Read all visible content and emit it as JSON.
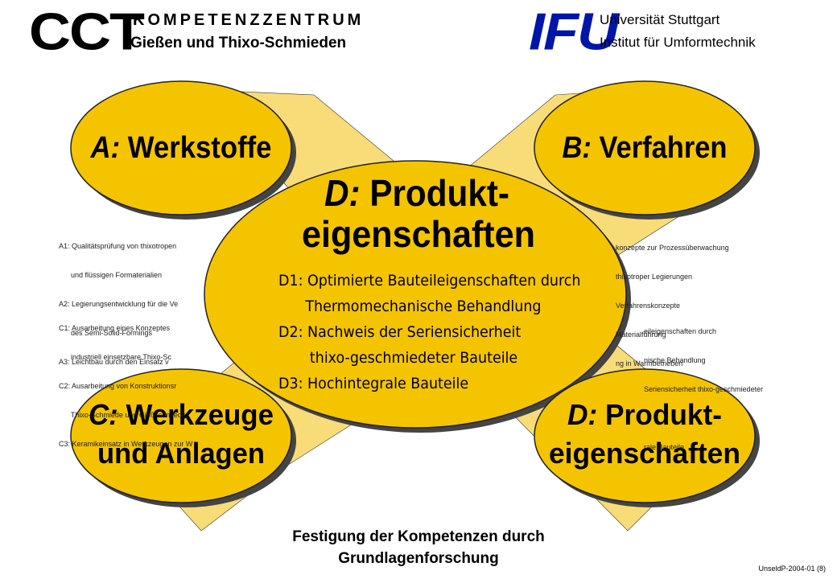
{
  "header": {
    "logo_left": "CCT",
    "center_line1": "KOMPETENZZENTRUM",
    "center_line2": "Gießen und Thixo-Schmieden",
    "logo_right": "IFU",
    "right_line1": "Universität Stuttgart",
    "right_line2": "Institut für Umformtechnik"
  },
  "ellipses": {
    "a": {
      "letter": "A:",
      "title": "Werkstoffe"
    },
    "b": {
      "letter": "B:",
      "title": "Verfahren"
    },
    "c": {
      "letter": "C:",
      "title1": "Werkzeuge",
      "title2": "und Anlagen"
    },
    "d": {
      "letter": "D:",
      "title1": "Produkt-",
      "title2": "eigenschaften"
    },
    "center": {
      "letter": "D:",
      "title1": "Produkt-",
      "title2": "eigenschaften"
    }
  },
  "center_details": [
    "D1: Optimierte Bauteileigenschaften durch",
    "      Thermomechanische Behandlung",
    "D2: Nachweis der Seriensicherheit",
    "       thixo-geschmiedeter Bauteile",
    "D3: Hochintegrale Bauteile"
  ],
  "left_list_a": [
    "A1: Qualitätsprüfung von thixotropen",
    "      und flüssigen Formaterialien",
    "A2: Legierungsentwicklung für die Ve",
    "      des Semi-Solid-Formings",
    "A3: Leichtbau durch den Einsatz v"
  ],
  "left_list_c": [
    "C1: Ausarbeitung eines Konzeptes",
    "      industriell einsetzbare Thixo-Sc",
    "C2: Ausarbeitung von Konstruktionsr",
    "      Thixo-Schmiede und Gießschmiede",
    "C3: Keramikeinsatz in Werkzeugen zur W"
  ],
  "right_list_b": [
    "konzepte zur Prozessüberwachung",
    "thixotroper Legierungen",
    "Verfahrenskonzepte",
    "Materialführung",
    "ng in Warmbetrieben"
  ],
  "right_list_d": [
    "eileigenschaften durch",
    "nische Behandlung",
    "Seriensicherheit thixo-geschmiedeter",
    "",
    "rale Bauteile"
  ],
  "footer": {
    "line1": "Festigung der Kompetenzen durch",
    "line2": "Grundlagenforschung",
    "ref": "UnseldP-2004-01 (8)"
  },
  "colors": {
    "ellipse_fill": "#f5c400",
    "cone_fill": "#f8dc78",
    "ifu_blue": "#0016a8"
  }
}
